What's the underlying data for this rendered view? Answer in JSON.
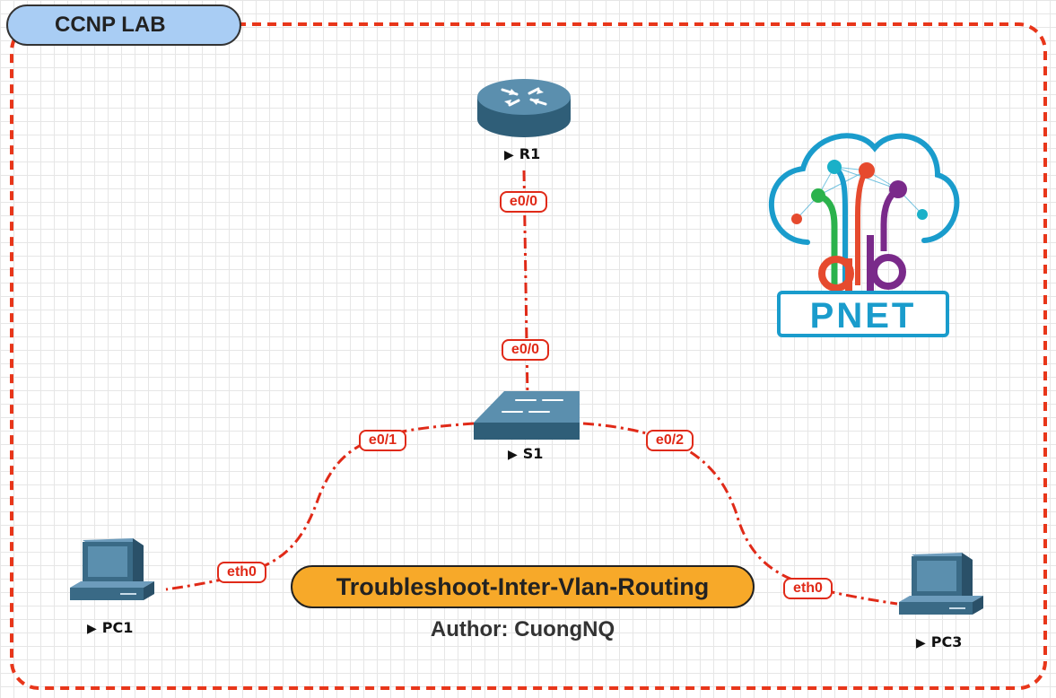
{
  "lab_tag": "CCNP LAB",
  "nodes": {
    "r1": "R1",
    "s1": "S1",
    "pc1": "PC1",
    "pc3": "PC3"
  },
  "ports": {
    "r1_e00": "e0/0",
    "s1_e00": "e0/0",
    "s1_e01": "e0/1",
    "s1_e02": "e0/2",
    "pc1_eth0": "eth0",
    "pc3_eth0": "eth0"
  },
  "title": "Troubleshoot-Inter-Vlan-Routing",
  "author": "Author: CuongNQ",
  "logo": {
    "lab_text": "lab",
    "brand": "PNET"
  },
  "links": [
    {
      "from": "R1",
      "to": "S1"
    },
    {
      "from": "S1",
      "to": "PC1"
    },
    {
      "from": "S1",
      "to": "PC3"
    }
  ],
  "colors": {
    "link": "#e02a18",
    "device": "#4a7b96",
    "tag": "#a9cdf4",
    "title": "#f7a929"
  }
}
